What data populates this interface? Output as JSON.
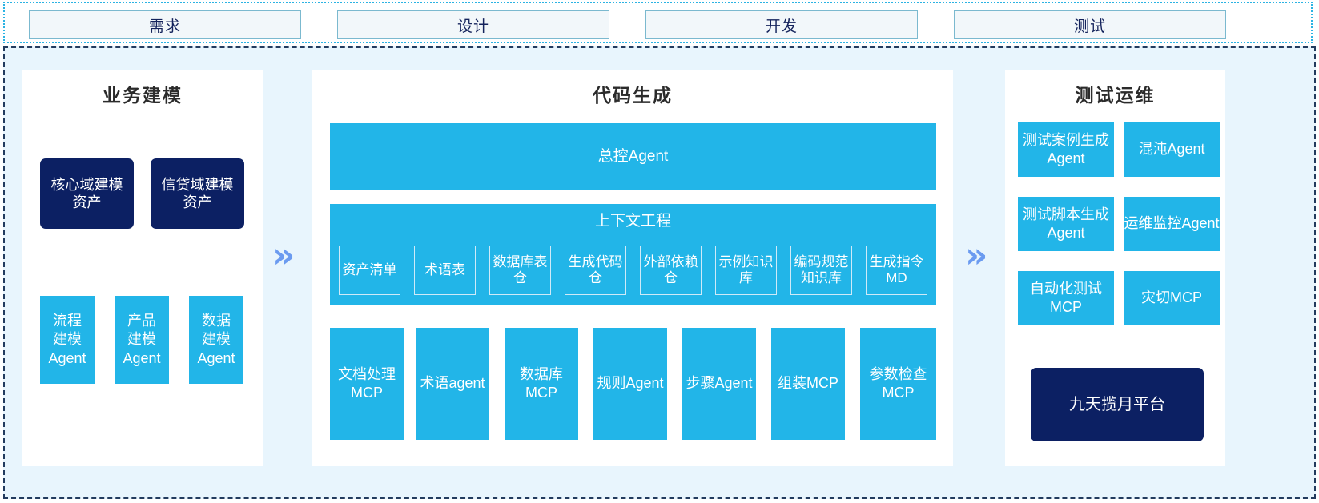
{
  "phases": [
    {
      "label": "需求"
    },
    {
      "label": "设计"
    },
    {
      "label": "开发"
    },
    {
      "label": "测试"
    }
  ],
  "arrows": {
    "glyph": "»",
    "color": "#6b9bf0"
  },
  "colors": {
    "cyan": "#22b5e8",
    "navy": "#0c2063",
    "panel_bg": "#ffffff",
    "canvas_bg": "#e8f5fd",
    "phase_fill": "#f2f7fa",
    "phase_border": "#7bb9cf",
    "title_text": "#2b2b2b"
  },
  "left_panel": {
    "title": "业务建模",
    "assets": [
      {
        "label": "核心域建模资产"
      },
      {
        "label": "信贷域建模资产"
      }
    ],
    "agents": [
      {
        "label": "流程\n建模\nAgent"
      },
      {
        "label": "产品\n建模\nAgent"
      },
      {
        "label": "数据\n建模\nAgent"
      }
    ]
  },
  "center_panel": {
    "title": "代码生成",
    "controller": {
      "label": "总控Agent"
    },
    "context": {
      "title": "上下文工程",
      "chips": [
        {
          "label": "资产清单"
        },
        {
          "label": "术语表"
        },
        {
          "label": "数据库表仓"
        },
        {
          "label": "生成代码仓"
        },
        {
          "label": "外部依赖仓"
        },
        {
          "label": "示例知识库"
        },
        {
          "label": "编码规范知识库"
        },
        {
          "label": "生成指令MD"
        }
      ]
    },
    "tools": [
      {
        "label": "文档处理MCP"
      },
      {
        "label": "术语agent"
      },
      {
        "label": "数据库MCP"
      },
      {
        "label": "规则Agent"
      },
      {
        "label": "步骤Agent"
      },
      {
        "label": "组装MCP"
      },
      {
        "label": "参数检查MCP"
      }
    ]
  },
  "right_panel": {
    "title": "测试运维",
    "items": [
      {
        "label": "测试案例生成Agent"
      },
      {
        "label": "混沌Agent"
      },
      {
        "label": "测试脚本生成Agent"
      },
      {
        "label": "运维监控Agent"
      },
      {
        "label": "自动化测试MCP"
      },
      {
        "label": "灾切MCP"
      }
    ],
    "platform": {
      "label": "九天揽月平台"
    }
  }
}
